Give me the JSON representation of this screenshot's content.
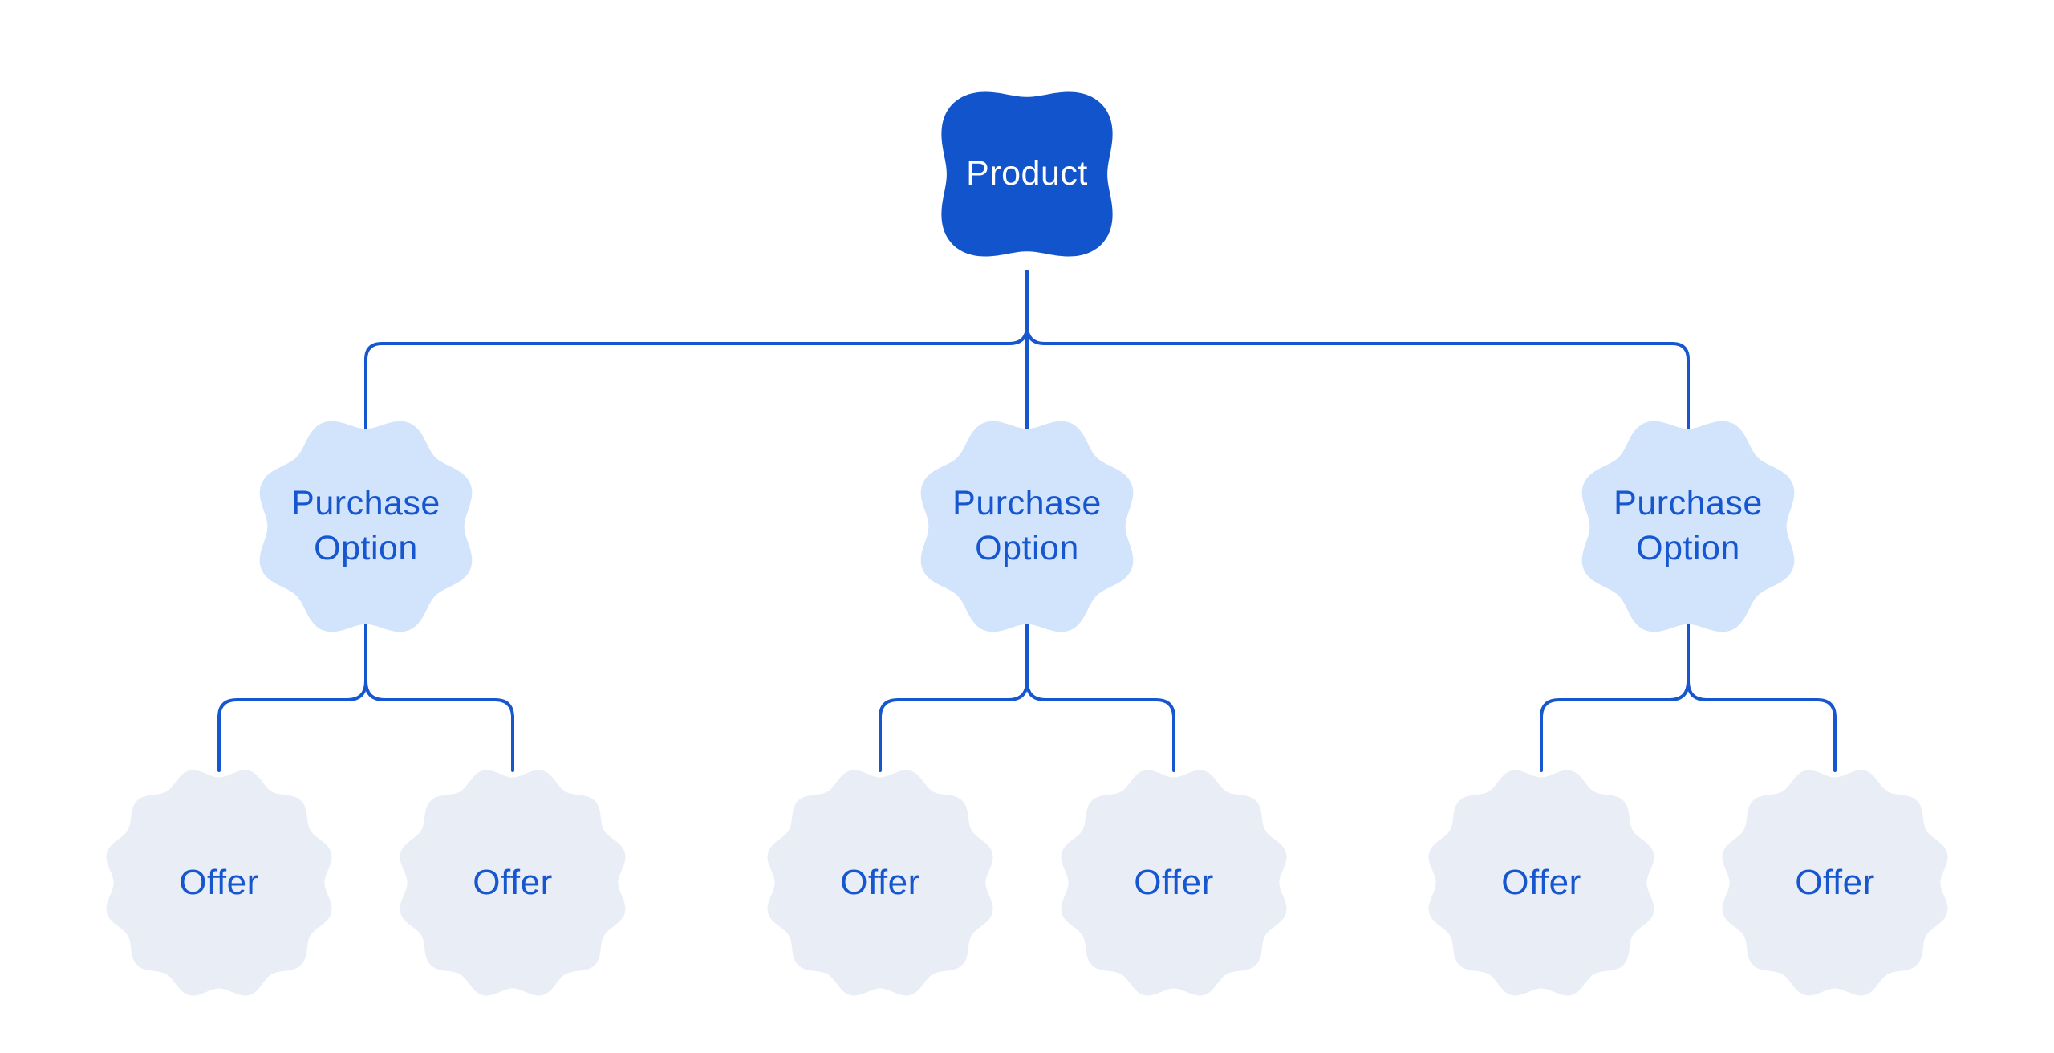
{
  "diagram": {
    "name": "product-offer-hierarchy",
    "nodes": {
      "product": {
        "label": "Product"
      },
      "purchase_options": [
        {
          "label": "Purchase Option"
        },
        {
          "label": "Purchase Option"
        },
        {
          "label": "Purchase Option"
        }
      ],
      "offers": [
        {
          "label": "Offer"
        },
        {
          "label": "Offer"
        },
        {
          "label": "Offer"
        },
        {
          "label": "Offer"
        },
        {
          "label": "Offer"
        },
        {
          "label": "Offer"
        }
      ]
    },
    "colors": {
      "product_fill": "#1254CB",
      "product_text": "#FFFFFF",
      "option_fill": "#D2E3FC",
      "offer_fill": "#E9EDF6",
      "connector": "#1656CE",
      "label_text": "#1656CE",
      "background": "#FFFFFF"
    }
  }
}
